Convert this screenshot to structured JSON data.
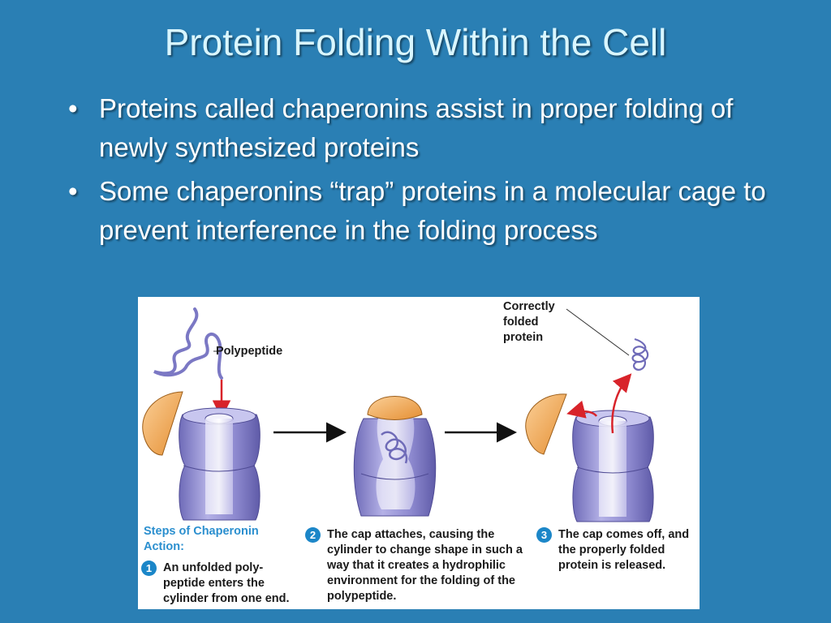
{
  "slide": {
    "title": "Protein Folding Within the Cell",
    "bullets": [
      "Proteins called chaperonins assist in proper folding of newly synthesized proteins",
      "Some chaperonins “trap” proteins in a molecular cage to prevent interference in the folding process"
    ]
  },
  "figure": {
    "labels": {
      "polypeptide": "Polypeptide",
      "correctly_folded_line1": "Correctly",
      "correctly_folded_line2": "folded",
      "correctly_folded_line3": "protein"
    },
    "steps_heading": "Steps of Chaperonin Action:",
    "steps": [
      {
        "number": "1",
        "text": "An unfolded poly- peptide enters the cylinder from one end."
      },
      {
        "number": "2",
        "text": "The cap attaches, causing the cylinder to change shape in such a way that it creates a hydrophilic environment for the folding of the polypeptide."
      },
      {
        "number": "3",
        "text": "The cap comes off, and the properly folded protein is released."
      }
    ]
  },
  "colors": {
    "background": "#2a7fb4",
    "title_text": "#d9f6ff",
    "cylinder": "#9b97d6",
    "cap": "#f3a95a",
    "arrow_red": "#d8232a",
    "step_blue": "#1b86c8"
  }
}
